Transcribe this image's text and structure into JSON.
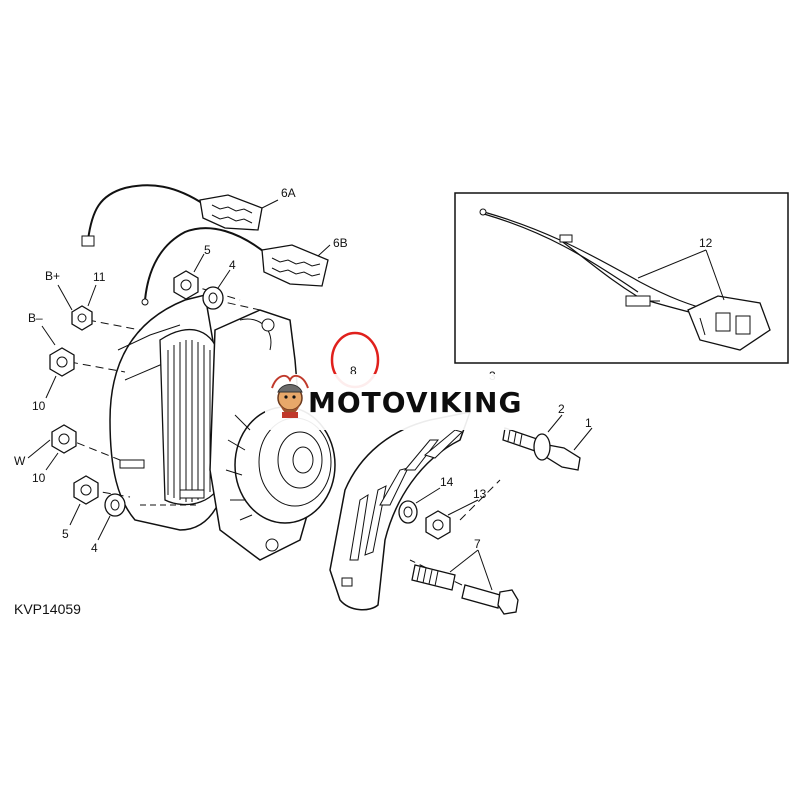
{
  "figure_id": "KVP14059",
  "callouts": {
    "c1": "1",
    "c2": "2",
    "c3": "3",
    "c4a": "4",
    "c4b": "4",
    "c5a": "5",
    "c5b": "5",
    "c6a": "6A",
    "c6b": "6B",
    "c7": "7",
    "c8": "8",
    "c10a": "10",
    "c10b": "10",
    "c11": "11",
    "c12": "12",
    "c13": "13",
    "c14": "14"
  },
  "terminals": {
    "b_plus": "B+",
    "b_minus": "B–",
    "w": "W"
  },
  "watermark": {
    "text": "MOTOVIKING",
    "logo_icon": "viking-mascot-icon"
  },
  "highlight": {
    "color": "#e0201c"
  }
}
